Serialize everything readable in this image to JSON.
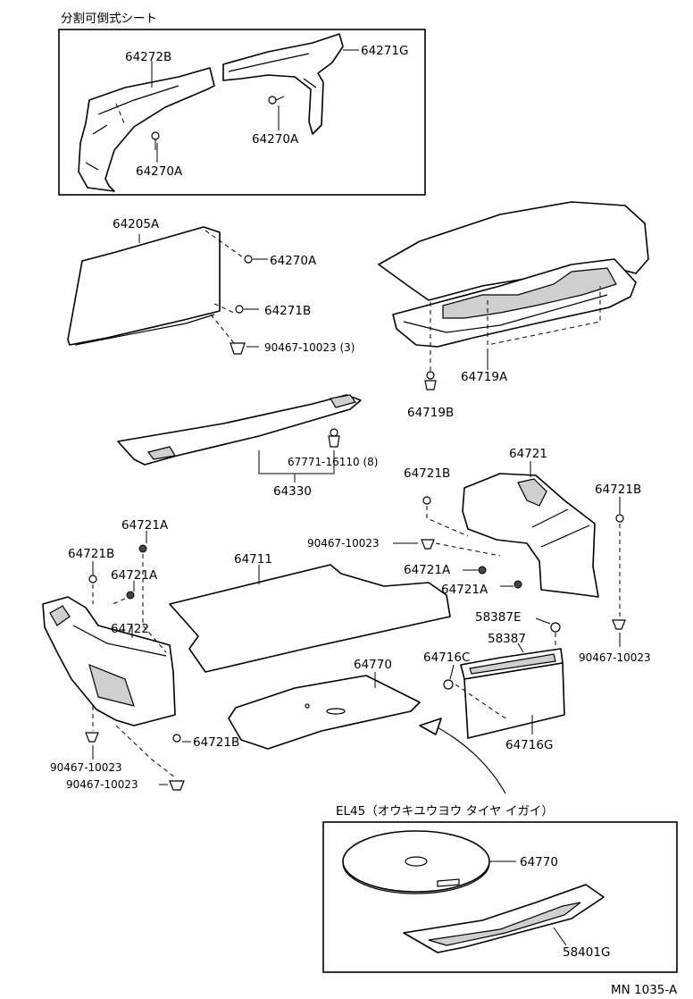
{
  "header_note": "分割可倒式シート",
  "el45_note": "EL45（オウキユウヨウ タイヤ イガイ）",
  "footer_code": "MN 1035-A",
  "labels": {
    "p64272B": "64272B",
    "p64271G": "64271G",
    "p64270A_1": "64270A",
    "p64270A_2": "64270A",
    "p64205A": "64205A",
    "p64270A_3": "64270A",
    "p64271B": "64271B",
    "p90467_3": "90467-10023 (3)",
    "p64719A": "64719A",
    "p64719B": "64719B",
    "p67771": "67771-16110 (8)",
    "p64330": "64330",
    "p64721": "64721",
    "p64721B_1": "64721B",
    "p64721B_2": "64721B",
    "p64721A_1": "64721A",
    "p64721B_3": "64721B",
    "p64721A_2": "64721A",
    "p64711": "64711",
    "p90467_a": "90467-10023",
    "p64721A_3": "64721A",
    "p64721A_4": "64721A",
    "p64722": "64722",
    "p58387E": "58387E",
    "p58387": "58387",
    "p90467_b": "90467-10023",
    "p64770_1": "64770",
    "p64716C": "64716C",
    "p64716G": "64716G",
    "p64721B_4": "64721B",
    "p90467_c": "90467-10023",
    "p90467_d": "90467-10023",
    "p64770_2": "64770",
    "p58401G": "58401G"
  }
}
